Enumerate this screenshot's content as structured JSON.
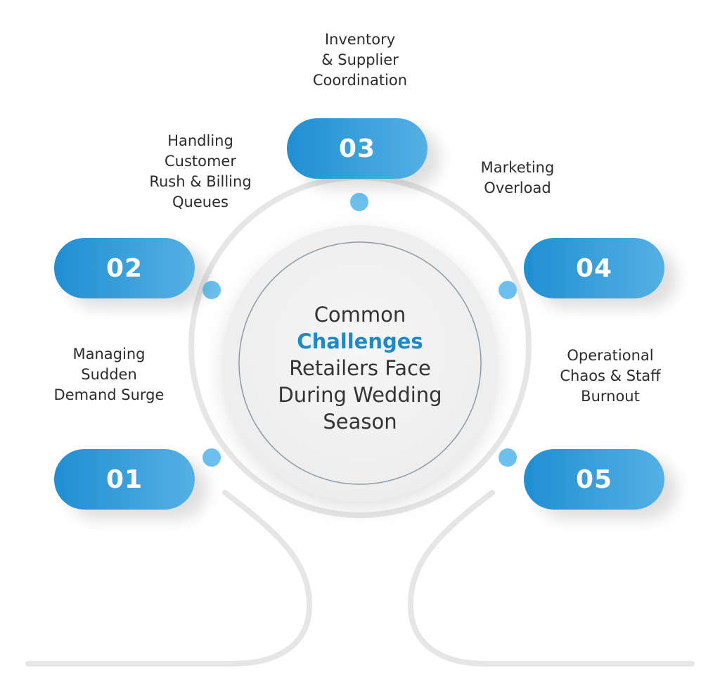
{
  "diagram": {
    "center": {
      "line1": "Common",
      "highlight": "Challenges",
      "line3": "Retailers Face",
      "line4": "During Wedding",
      "line5": "Season"
    },
    "steps": [
      {
        "number": "01",
        "label": "Managing\nSudden\nDemand Surge"
      },
      {
        "number": "02",
        "label": "Handling\nCustomer\nRush & Billing\nQueues"
      },
      {
        "number": "03",
        "label": "Inventory\n& Supplier\nCoordination"
      },
      {
        "number": "04",
        "label": "Marketing\nOverload"
      },
      {
        "number": "05",
        "label": "Operational\nChaos & Staff\nBurnout"
      }
    ],
    "colors": {
      "pill_start": "#1f8fd2",
      "pill_end": "#55b0e4",
      "accent": "#1e88c8",
      "track": "#e6e6e6",
      "dot": "#6cc0ee"
    }
  }
}
